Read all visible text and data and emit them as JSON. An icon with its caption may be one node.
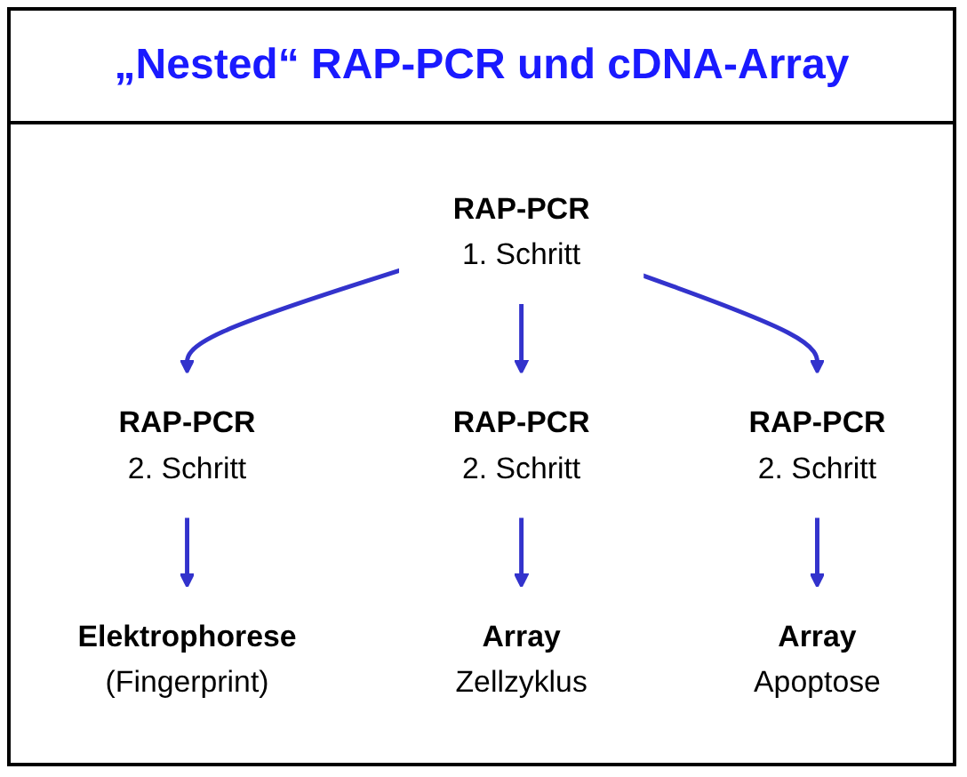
{
  "diagram": {
    "title": "„Nested“ RAP-PCR und cDNA-Array",
    "nodes": [
      {
        "text": [
          "RAP-PCR",
          "1. Schritt"
        ]
      },
      {
        "text": [
          "RAP-PCR",
          "2. Schritt"
        ]
      },
      {
        "text": [
          "RAP-PCR",
          "2. Schritt"
        ]
      },
      {
        "text": [
          "RAP-PCR",
          "2. Schritt"
        ]
      },
      {
        "text": [
          "Elektrophorese",
          "(Fingerprint)"
        ]
      },
      {
        "text": [
          "Array",
          "Zellzyklus"
        ]
      },
      {
        "text": [
          "Array",
          "Apoptose"
        ]
      }
    ],
    "edges": [
      {
        "from": 0,
        "to": 1,
        "arrow": "to"
      },
      {
        "from": 0,
        "to": 2,
        "arrow": "to"
      },
      {
        "from": 0,
        "to": 3,
        "arrow": "to"
      },
      {
        "from": 1,
        "to": 4,
        "arrow": "to"
      },
      {
        "from": 2,
        "to": 5,
        "arrow": "to"
      },
      {
        "from": 3,
        "to": 6,
        "arrow": "to"
      }
    ]
  }
}
